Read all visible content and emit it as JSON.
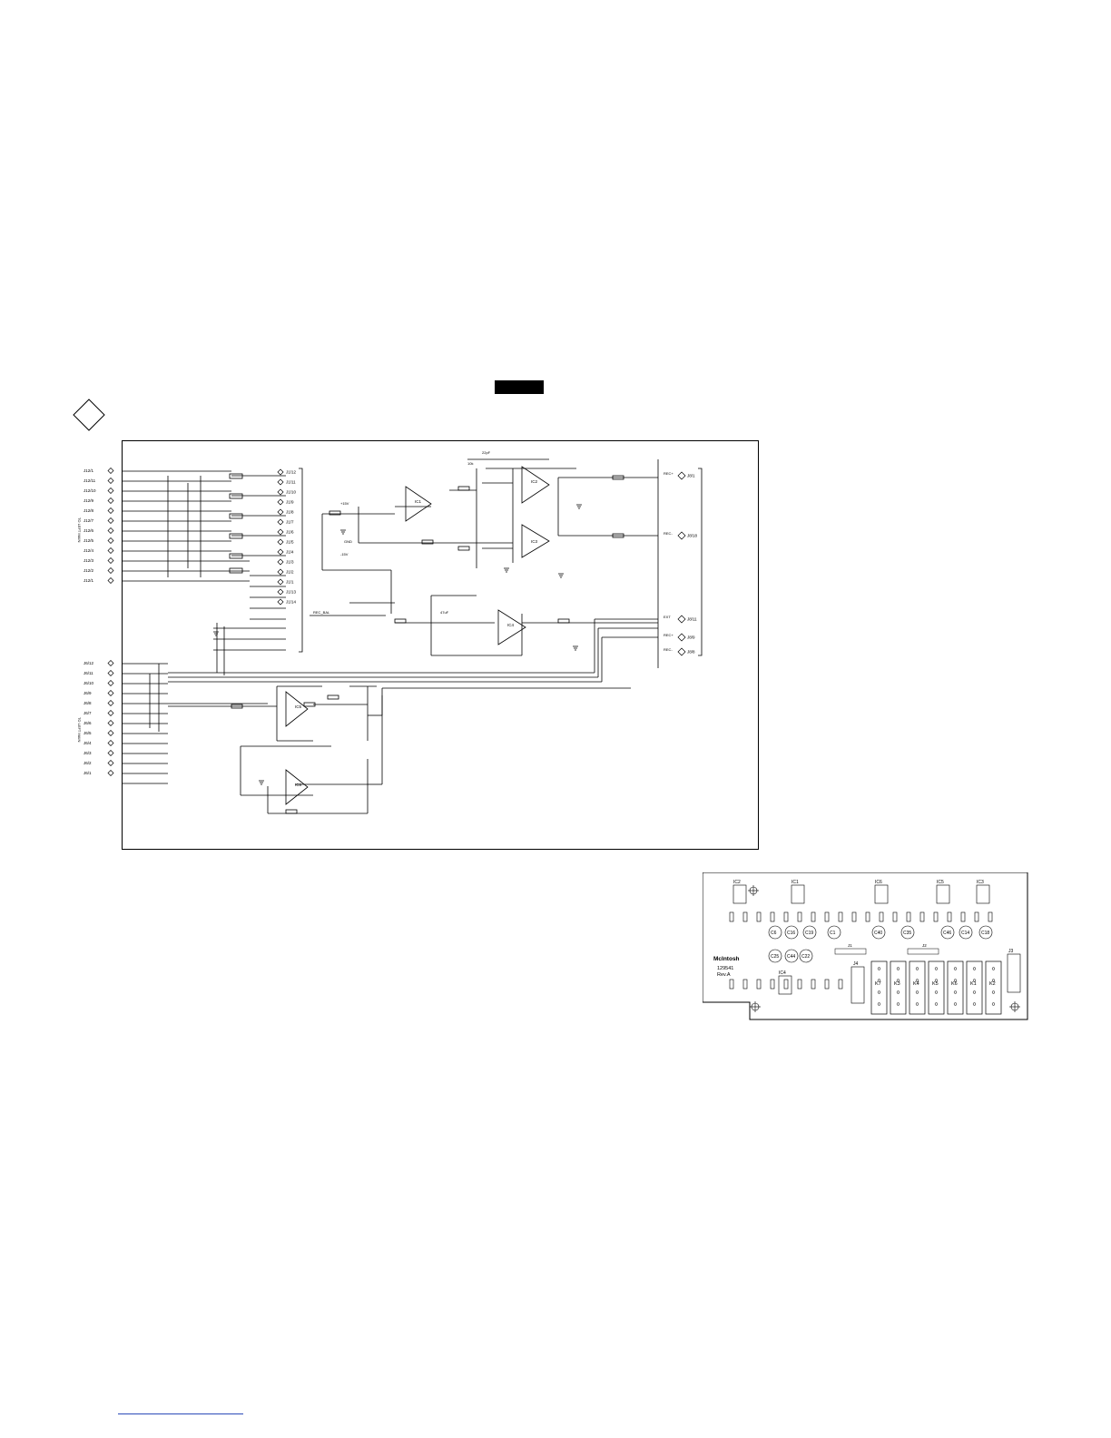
{
  "schematic": {
    "left_connector_top": [
      "J12/1",
      "J12/11",
      "J12/10",
      "J12/9",
      "J12/8",
      "J12/7",
      "J12/6",
      "J12/5",
      "J12/4",
      "J12/3",
      "J12/2",
      "J12/1"
    ],
    "left_connector_bottom": [
      "J6/12",
      "J6/11",
      "J6/10",
      "J6/9",
      "J6/8",
      "J6/7",
      "J6/6",
      "J6/5",
      "J6/4",
      "J6/3",
      "J6/2",
      "J6/1"
    ],
    "right_connector_top": [
      "J1/12",
      "J1/11",
      "J1/10",
      "J1/9",
      "J1/8",
      "J1/7",
      "J1/6",
      "J1/5",
      "J1/4",
      "J1/3",
      "J1/2",
      "J1/1",
      "J1/13",
      "J1/14"
    ],
    "right_output_connectors": [
      "J8/1",
      "J8/18",
      "J8/11",
      "J8/9",
      "J8/8"
    ],
    "output_labels": [
      "REC+",
      "REC-",
      "EXT",
      "REC+",
      "REC-"
    ],
    "ics": [
      "IC1",
      "IC2",
      "IC3",
      "IC4",
      "IC5",
      "IC6"
    ],
    "misc_labels": [
      "GND",
      "+15V",
      "-15V",
      "REC_BAL",
      "10k",
      "22pF",
      "47uF"
    ]
  },
  "pcb": {
    "logo": "McIntosh",
    "part_number": "129541",
    "revision": "Rev.A",
    "ic_labels": [
      "IC2",
      "IC1",
      "IC6",
      "IC5",
      "IC3",
      "IC4"
    ],
    "cap_labels": [
      "C6",
      "C16",
      "C19",
      "C1",
      "C40",
      "C35",
      "C46",
      "C14",
      "C18",
      "C25",
      "C44",
      "C22"
    ],
    "relay_labels": [
      "K7",
      "K3",
      "K4",
      "K5",
      "K6",
      "K1",
      "K2"
    ],
    "connector_labels": [
      "J1",
      "J2",
      "J3",
      "J4"
    ]
  }
}
